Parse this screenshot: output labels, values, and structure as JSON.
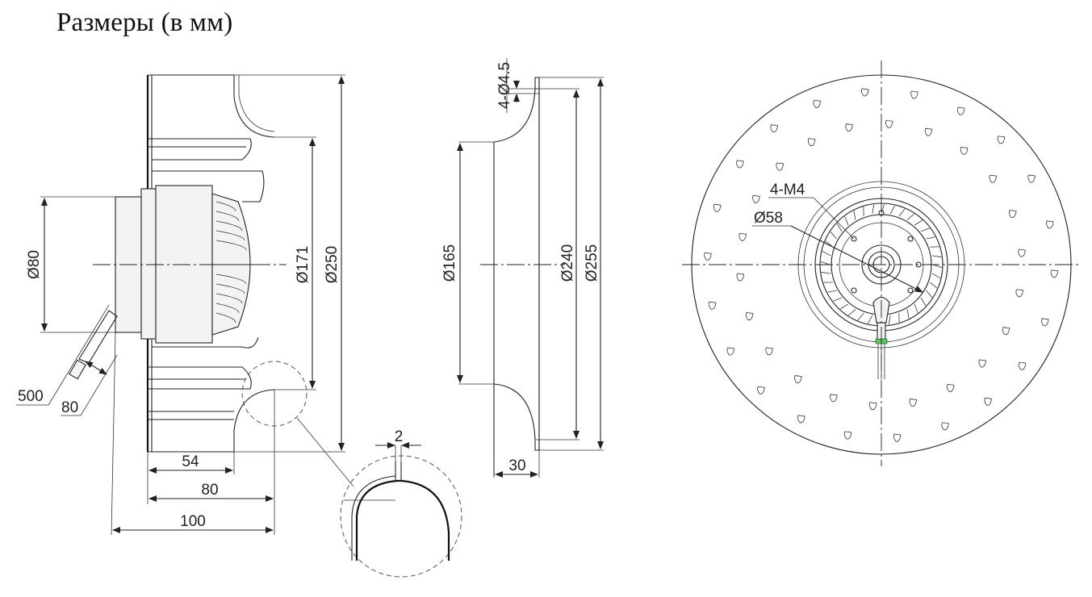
{
  "title": "Размеры (в мм)",
  "dimensions": {
    "d80": "Ø80",
    "cable_length": "500",
    "cable_exit": "80",
    "w54": "54",
    "w80": "80",
    "w100": "100",
    "d171": "Ø171",
    "d250": "Ø250",
    "d165": "Ø165",
    "d240": "Ø240",
    "d255": "Ø255",
    "holes": "4-Ø4.5",
    "w30": "30",
    "detail_gap": "2",
    "thread": "4-M4",
    "d58": "Ø58"
  }
}
